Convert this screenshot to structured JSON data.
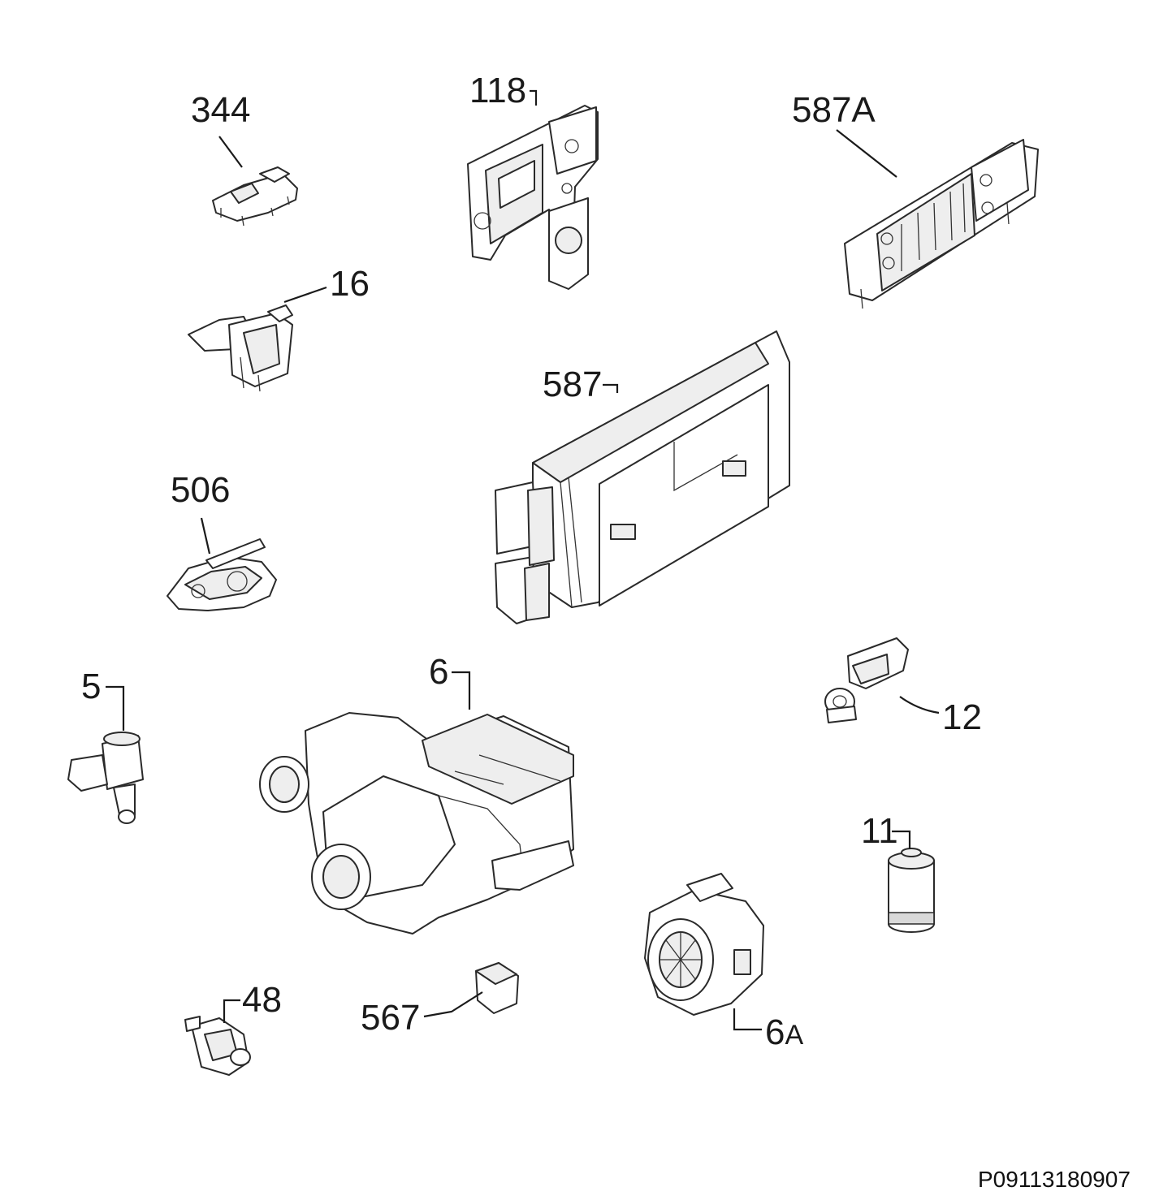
{
  "diagram": {
    "document_code": "P09113180907",
    "parts": [
      {
        "id": "344",
        "label": "344"
      },
      {
        "id": "16",
        "label": "16"
      },
      {
        "id": "506",
        "label": "506"
      },
      {
        "id": "5",
        "label": "5"
      },
      {
        "id": "118",
        "label": "118"
      },
      {
        "id": "587A",
        "label": "587A"
      },
      {
        "id": "587",
        "label": "587"
      },
      {
        "id": "6",
        "label": "6"
      },
      {
        "id": "12",
        "label": "12"
      },
      {
        "id": "11",
        "label": "11"
      },
      {
        "id": "48",
        "label": "48"
      },
      {
        "id": "567",
        "label": "567"
      },
      {
        "id": "6A",
        "label": "6",
        "suffix": "A"
      }
    ]
  }
}
